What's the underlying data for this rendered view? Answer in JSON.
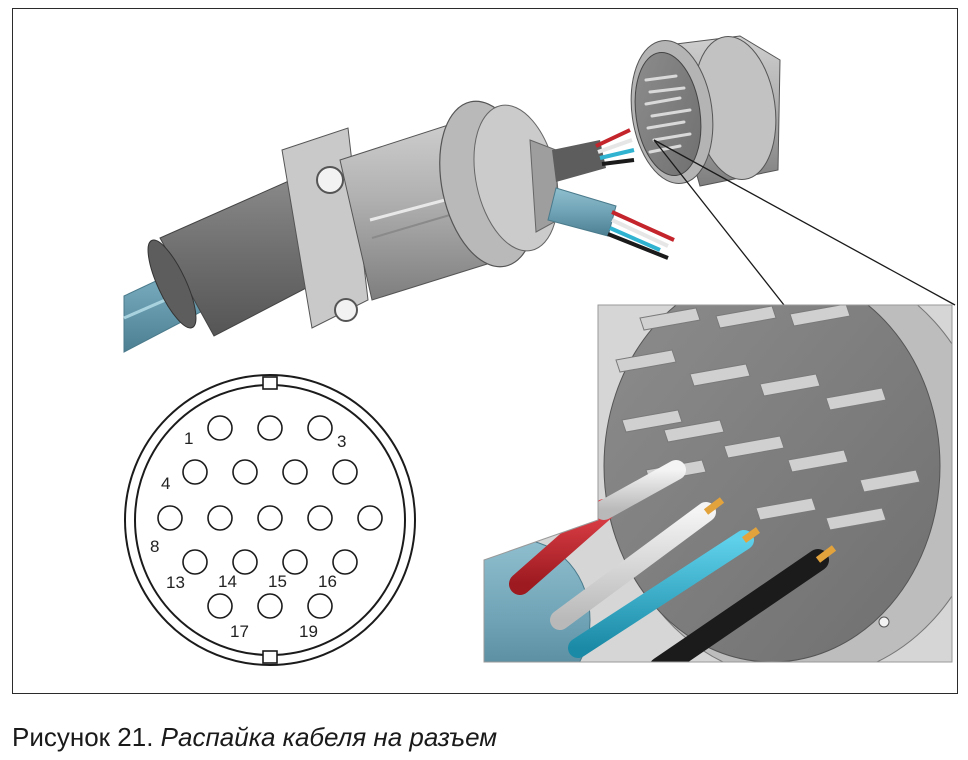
{
  "figure": {
    "caption_label": "Рисунок 21.",
    "caption_title": "Распайка кабеля на разъем"
  },
  "pinout": {
    "pin_labels": [
      "1",
      "3",
      "4",
      "8",
      "13",
      "14",
      "15",
      "16",
      "17",
      "19"
    ]
  },
  "colors": {
    "cable_blue": "#6fa3b5",
    "connector_gray": "#a8a8a8",
    "wire_red": "#c4242b",
    "wire_cyan": "#2fb3d1",
    "wire_black": "#1b1b1b",
    "wire_white": "#e6e6e6",
    "pin_copper": "#e3a33c"
  }
}
